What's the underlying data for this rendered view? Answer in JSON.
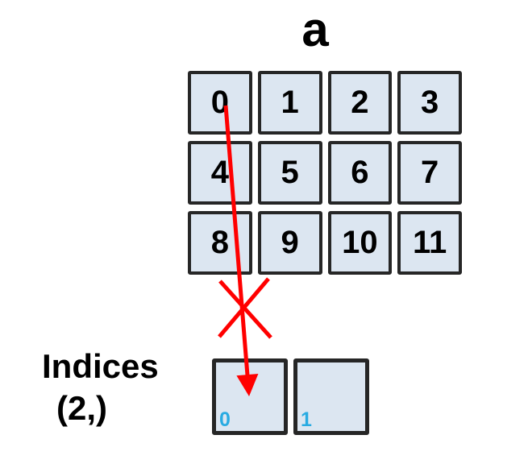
{
  "title": "a",
  "array_grid": {
    "rows": 3,
    "cols": 4,
    "cells": [
      "0",
      "1",
      "2",
      "3",
      "4",
      "5",
      "6",
      "7",
      "8",
      "9",
      "10",
      "11"
    ]
  },
  "result_row": {
    "index_labels": [
      "0",
      "1"
    ]
  },
  "indices_caption": {
    "line1": "Indices",
    "line2": "(2,)"
  },
  "colors": {
    "background": "#ffffff",
    "cell_fill": "#dce6f1",
    "cell_border": "#262626",
    "number_text": "#000000",
    "result_index_label": "#29abe2",
    "annotation_red": "#ff0000"
  }
}
